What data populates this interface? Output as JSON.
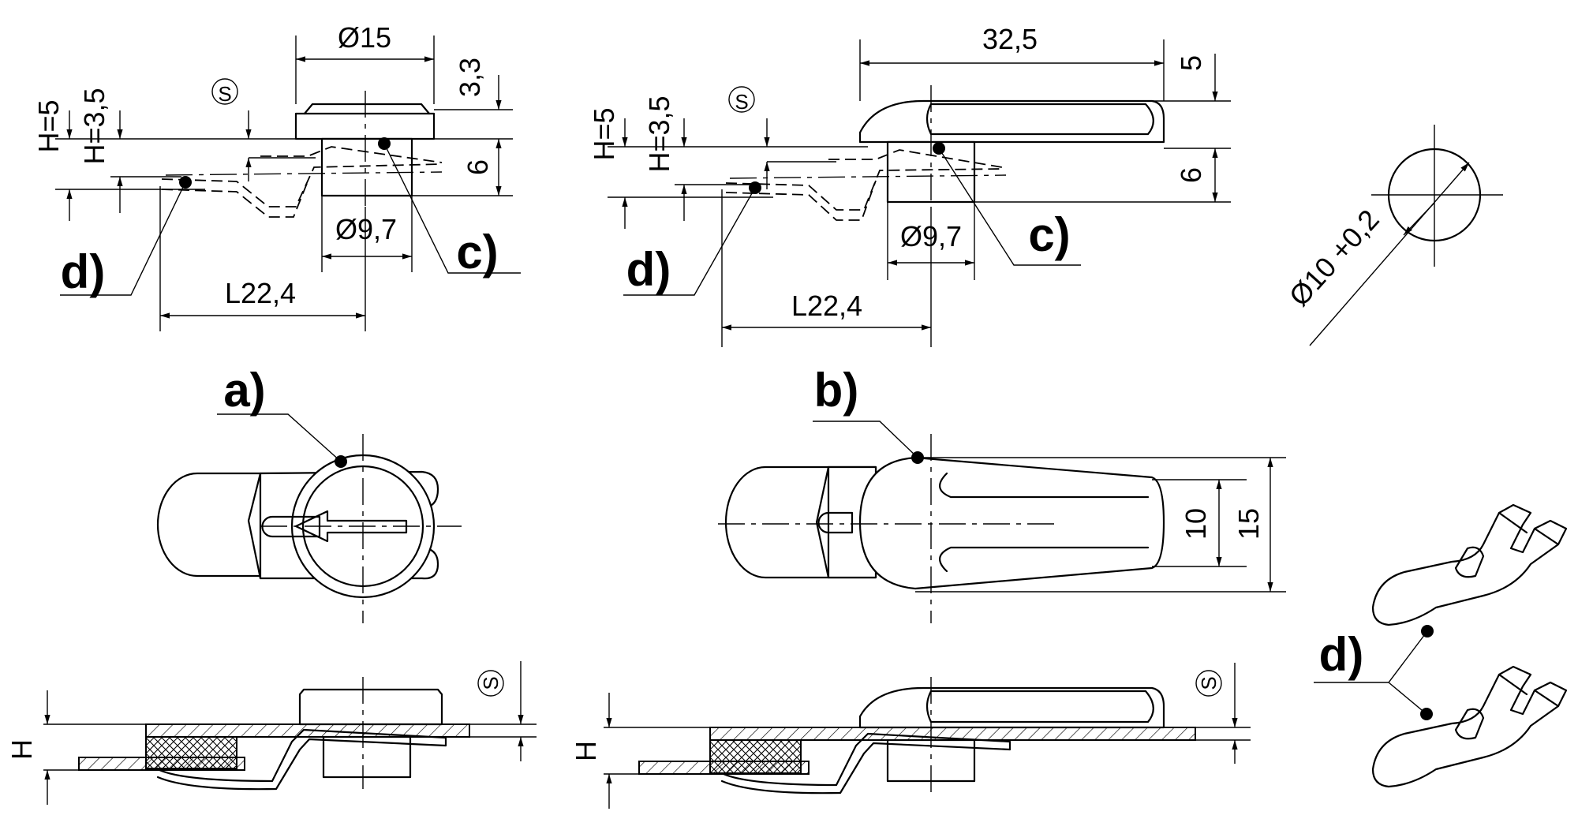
{
  "callouts": {
    "a": "a)",
    "b": "b)",
    "c": "c)",
    "d": "d)"
  },
  "view_a": {
    "dia_head": "Ø15",
    "height_head": "3,3",
    "height_body": "6",
    "dia_body": "Ø9,7",
    "length": "L22,4",
    "h5": "H=5",
    "h35": "H=3,5",
    "s": "S"
  },
  "view_b": {
    "width_top": "32,5",
    "height_head": "5",
    "height_body": "6",
    "dia_body": "Ø9,7",
    "length": "L22,4",
    "h5": "H=5",
    "h35": "H=3,5",
    "s": "S",
    "width_inner": "10",
    "width_outer": "15"
  },
  "hole": {
    "dia": "Ø10 +0,2"
  },
  "section": {
    "h_label": "H",
    "s": "S"
  }
}
